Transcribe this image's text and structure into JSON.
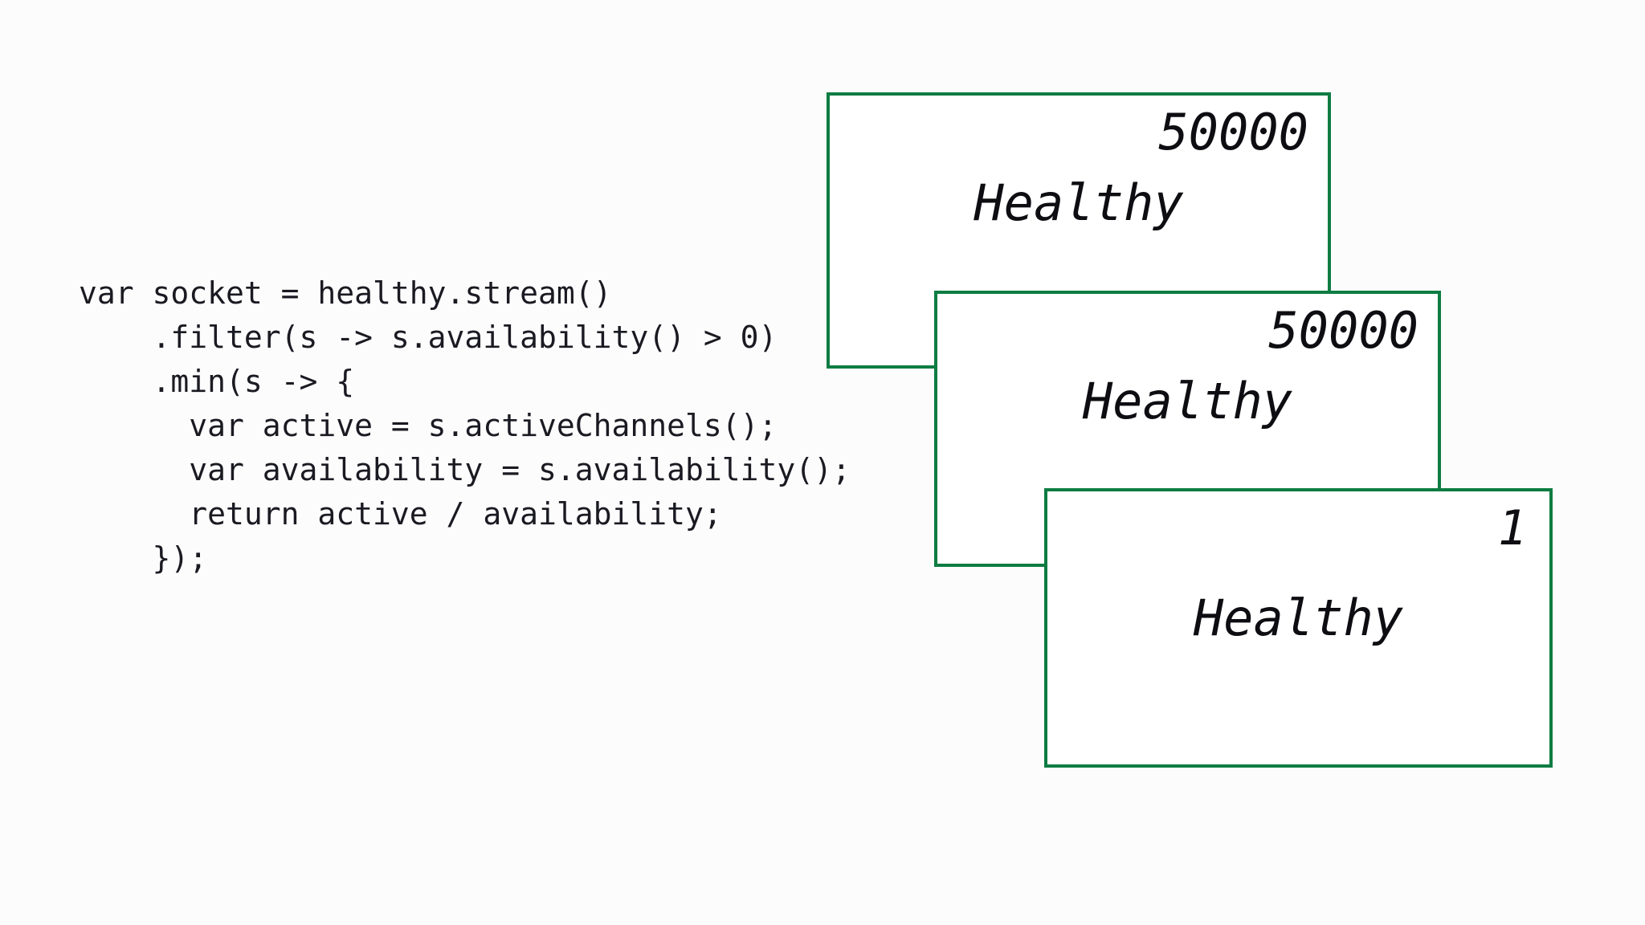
{
  "canvas": {
    "background_color": "#fcfcfc",
    "accent_color": "#0e7c42",
    "text_color": "#1a1a22"
  },
  "code_panel": {
    "language": "java",
    "source": "var socket = healthy.stream()\n    .filter(s -> s.availability() > 0)\n    .min(s -> {\n      var active = s.activeChannels();\n      var availability = s.availability();\n      return active / availability;\n    });",
    "lines": [
      "var socket = healthy.stream()",
      "    .filter(s -> s.availability() > 0)",
      "    .min(s -> {",
      "      var active = s.activeChannels();",
      "      var availability = s.availability();",
      "      return active / availability;",
      "    });"
    ]
  },
  "cards": [
    {
      "id": "card-1",
      "value": "50000",
      "status": "Healthy"
    },
    {
      "id": "card-2",
      "value": "50000",
      "status": "Healthy"
    },
    {
      "id": "card-3",
      "value": "1",
      "status": "Healthy"
    }
  ]
}
